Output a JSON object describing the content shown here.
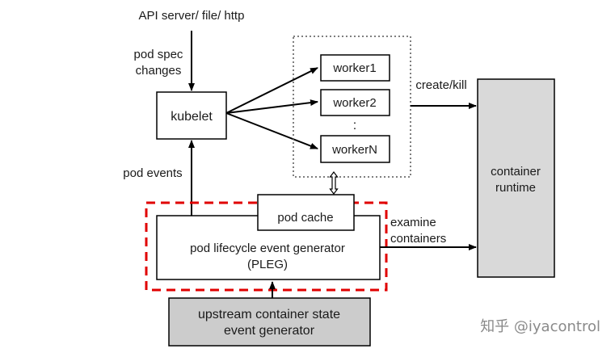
{
  "source_label": "API server/ file/ http",
  "pod_spec_changes": [
    "pod spec",
    "changes"
  ],
  "kubelet": "kubelet",
  "workers": {
    "worker1": "worker1",
    "worker2": "worker2",
    "ellipsis": ":",
    "workerN": "workerN"
  },
  "create_kill": "create/kill",
  "container_runtime": [
    "container",
    "runtime"
  ],
  "pod_events": "pod events",
  "pod_cache": "pod cache",
  "pleg": [
    "pod lifecycle event generator",
    "(PLEG)"
  ],
  "examine_containers": [
    "examine",
    "containers"
  ],
  "upstream": [
    "upstream container state",
    "event generator"
  ],
  "watermark": "知乎 @iyacontrol",
  "colors": {
    "line": "#000000",
    "runtime_fill": "#d9d9d9",
    "upstream_fill": "#cccccc",
    "pleg_highlight": "#e00000",
    "worker_group_border": "#555555",
    "watermark": "#8a8a8a"
  }
}
